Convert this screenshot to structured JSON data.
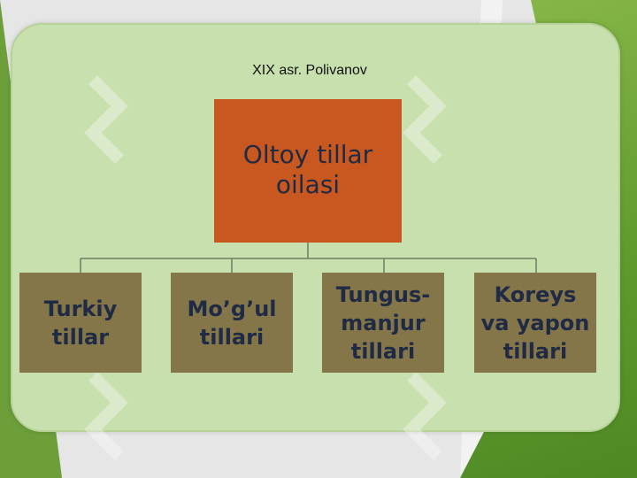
{
  "subtitle": "XIX asr. Polivanov",
  "root": {
    "label": "Oltoy tillar\noilasi"
  },
  "children": [
    {
      "label": "Turkiy\ntillar"
    },
    {
      "label": "Mo’g’ul\ntillari"
    },
    {
      "label": "Tungus-\nmanjur\ntillari"
    },
    {
      "label": "Koreys\nva yapon\ntillari"
    }
  ],
  "colors": {
    "panel": "#c8e0ae",
    "root_box": "#c8581f",
    "child_box": "#85764a",
    "text": "#1f2a44",
    "connector": "#6d7d63"
  }
}
